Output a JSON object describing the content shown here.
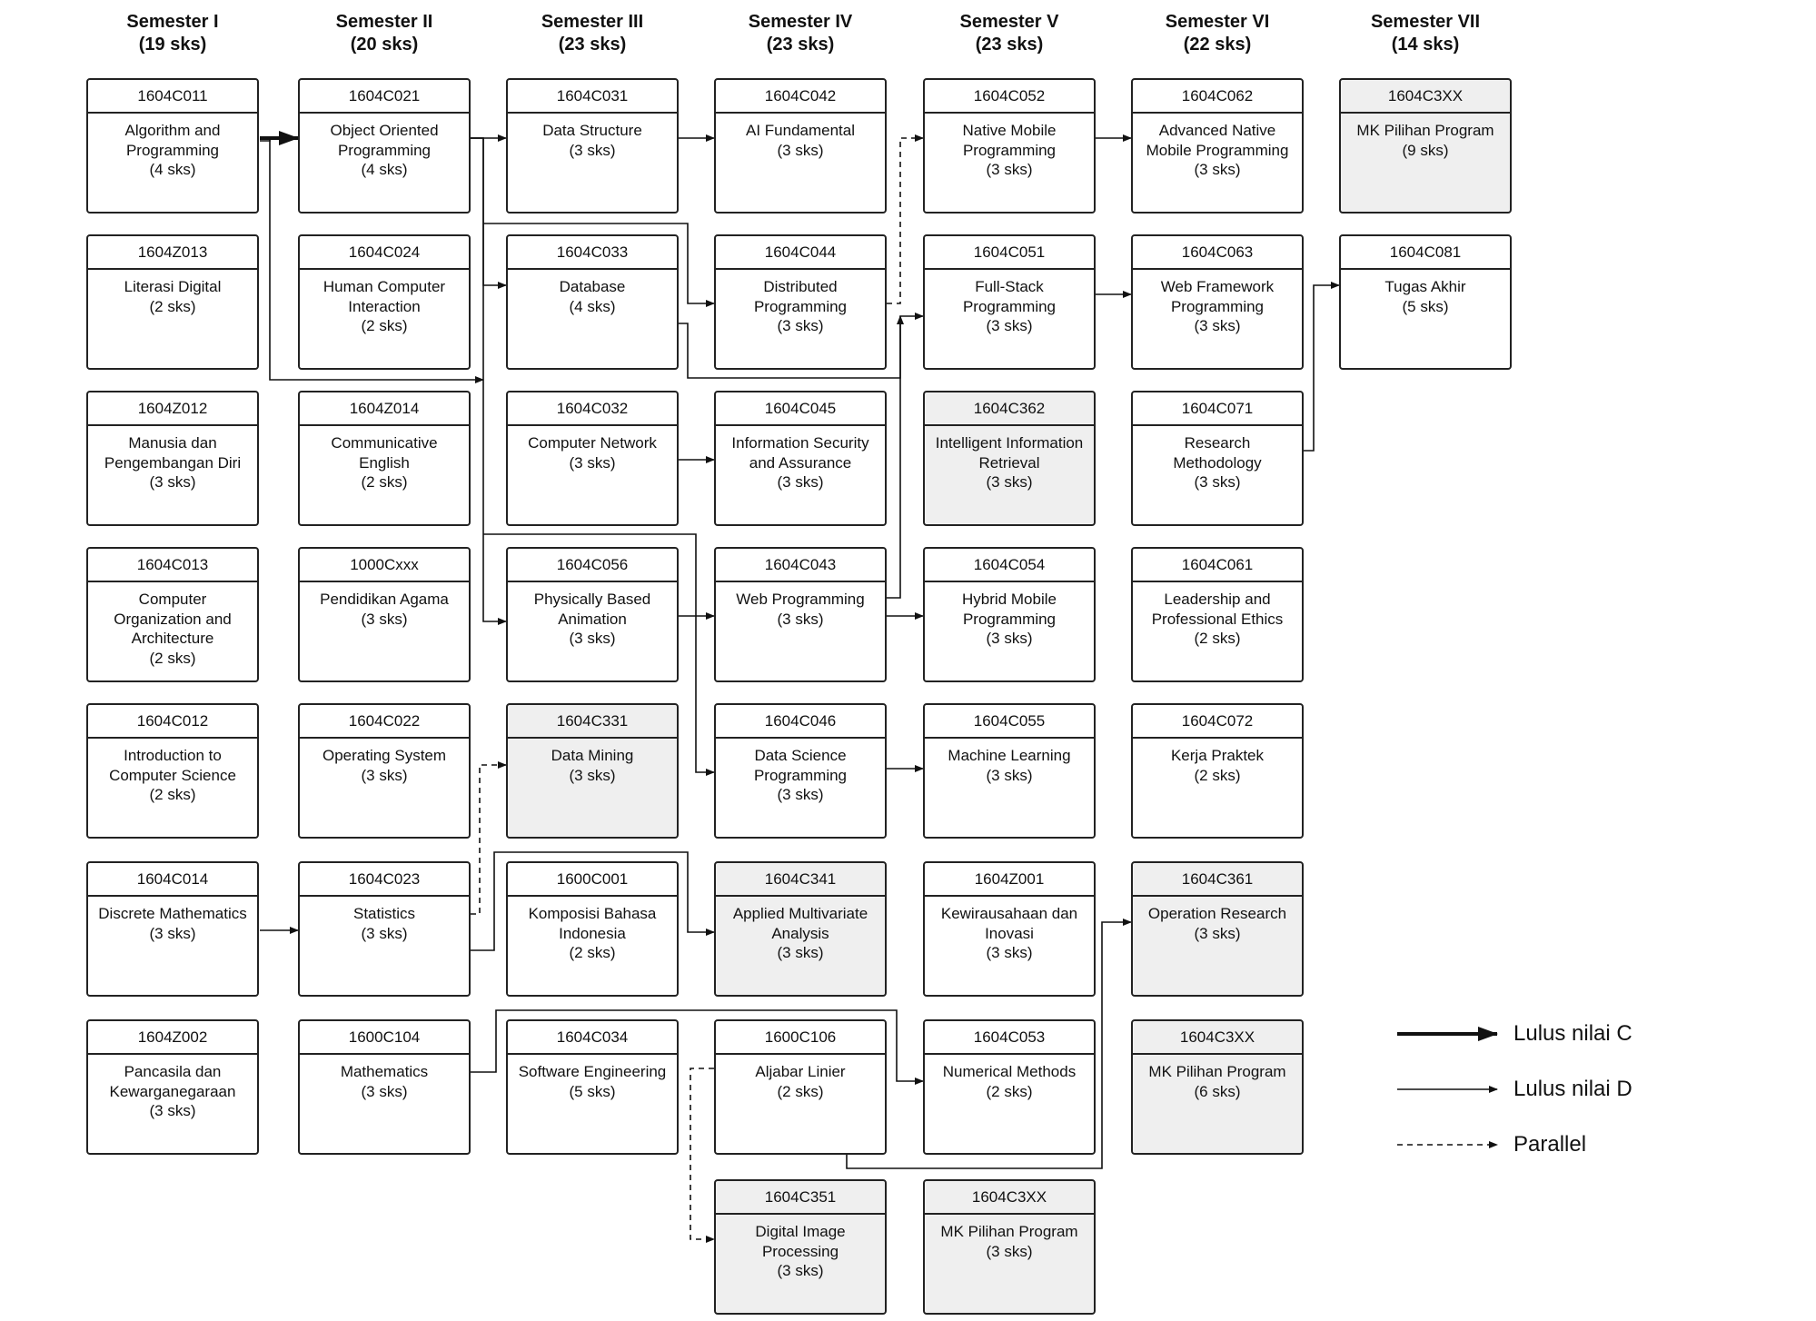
{
  "semesters": [
    {
      "name": "Semester I",
      "sks": "(19 sks)"
    },
    {
      "name": "Semester II",
      "sks": "(20 sks)"
    },
    {
      "name": "Semester III",
      "sks": "(23 sks)"
    },
    {
      "name": "Semester IV",
      "sks": "(23 sks)"
    },
    {
      "name": "Semester V",
      "sks": "(23 sks)"
    },
    {
      "name": "Semester VI",
      "sks": "(22 sks)"
    },
    {
      "name": "Semester VII",
      "sks": "(14 sks)"
    }
  ],
  "courses": [
    {
      "id": "c011",
      "code": "1604C011",
      "title": "Algorithm and Programming",
      "credits": "(4 sks)",
      "elective": false
    },
    {
      "id": "z013",
      "code": "1604Z013",
      "title": "Literasi Digital",
      "credits": "(2 sks)",
      "elective": false
    },
    {
      "id": "z012",
      "code": "1604Z012",
      "title": "Manusia dan Pengembangan Diri",
      "credits": "(3 sks)",
      "elective": false
    },
    {
      "id": "c013",
      "code": "1604C013",
      "title": "Computer Organization and Architecture",
      "credits": "(2 sks)",
      "elective": false
    },
    {
      "id": "c012",
      "code": "1604C012",
      "title": "Introduction to Computer Science",
      "credits": "(2 sks)",
      "elective": false
    },
    {
      "id": "c014",
      "code": "1604C014",
      "title": "Discrete Mathematics",
      "credits": "(3 sks)",
      "elective": false
    },
    {
      "id": "z002",
      "code": "1604Z002",
      "title": "Pancasila dan Kewarganegaraan",
      "credits": "(3 sks)",
      "elective": false
    },
    {
      "id": "c021",
      "code": "1604C021",
      "title": "Object Oriented Programming",
      "credits": "(4 sks)",
      "elective": false
    },
    {
      "id": "c024",
      "code": "1604C024",
      "title": "Human Computer Interaction",
      "credits": "(2 sks)",
      "elective": false
    },
    {
      "id": "z014",
      "code": "1604Z014",
      "title": "Communicative English",
      "credits": "(2 sks)",
      "elective": false
    },
    {
      "id": "cxxx",
      "code": "1000Cxxx",
      "title": "Pendidikan Agama",
      "credits": "(3 sks)",
      "elective": false
    },
    {
      "id": "c022",
      "code": "1604C022",
      "title": "Operating System",
      "credits": "(3 sks)",
      "elective": false
    },
    {
      "id": "c023",
      "code": "1604C023",
      "title": "Statistics",
      "credits": "(3 sks)",
      "elective": false
    },
    {
      "id": "c104",
      "code": "1600C104",
      "title": "Mathematics",
      "credits": "(3 sks)",
      "elective": false
    },
    {
      "id": "c031",
      "code": "1604C031",
      "title": "Data Structure",
      "credits": "(3 sks)",
      "elective": false
    },
    {
      "id": "c033",
      "code": "1604C033",
      "title": "Database",
      "credits": "(4 sks)",
      "elective": false
    },
    {
      "id": "c032",
      "code": "1604C032",
      "title": "Computer Network",
      "credits": "(3 sks)",
      "elective": false
    },
    {
      "id": "c056",
      "code": "1604C056",
      "title": "Physically Based Animation",
      "credits": "(3 sks)",
      "elective": false
    },
    {
      "id": "c331",
      "code": "1604C331",
      "title": "Data Mining",
      "credits": "(3 sks)",
      "elective": true
    },
    {
      "id": "c001",
      "code": "1600C001",
      "title": "Komposisi Bahasa Indonesia",
      "credits": "(2 sks)",
      "elective": false
    },
    {
      "id": "c034",
      "code": "1604C034",
      "title": "Software Engineering",
      "credits": "(5 sks)",
      "elective": false
    },
    {
      "id": "c042",
      "code": "1604C042",
      "title": "AI Fundamental",
      "credits": "(3 sks)",
      "elective": false
    },
    {
      "id": "c044",
      "code": "1604C044",
      "title": "Distributed Programming",
      "credits": "(3 sks)",
      "elective": false
    },
    {
      "id": "c045",
      "code": "1604C045",
      "title": "Information Security and Assurance",
      "credits": "(3 sks)",
      "elective": false
    },
    {
      "id": "c043",
      "code": "1604C043",
      "title": "Web Programming",
      "credits": "(3 sks)",
      "elective": false
    },
    {
      "id": "c046",
      "code": "1604C046",
      "title": "Data Science Programming",
      "credits": "(3 sks)",
      "elective": false
    },
    {
      "id": "c341",
      "code": "1604C341",
      "title": "Applied Multivariate Analysis",
      "credits": "(3 sks)",
      "elective": true
    },
    {
      "id": "c106",
      "code": "1600C106",
      "title": "Aljabar Linier",
      "credits": "(2 sks)",
      "elective": false
    },
    {
      "id": "c351",
      "code": "1604C351",
      "title": "Digital Image Processing",
      "credits": "(3 sks)",
      "elective": true
    },
    {
      "id": "c052",
      "code": "1604C052",
      "title": "Native Mobile Programming",
      "credits": "(3 sks)",
      "elective": false
    },
    {
      "id": "c051",
      "code": "1604C051",
      "title": "Full-Stack Programming",
      "credits": "(3 sks)",
      "elective": false
    },
    {
      "id": "c362",
      "code": "1604C362",
      "title": "Intelligent Information Retrieval",
      "credits": "(3 sks)",
      "elective": true
    },
    {
      "id": "c054",
      "code": "1604C054",
      "title": "Hybrid Mobile Programming",
      "credits": "(3 sks)",
      "elective": false
    },
    {
      "id": "c055",
      "code": "1604C055",
      "title": "Machine Learning",
      "credits": "(3 sks)",
      "elective": false
    },
    {
      "id": "z001",
      "code": "1604Z001",
      "title": "Kewirausahaan dan Inovasi",
      "credits": "(3 sks)",
      "elective": false
    },
    {
      "id": "c053",
      "code": "1604C053",
      "title": "Numerical Methods",
      "credits": "(2 sks)",
      "elective": false
    },
    {
      "id": "c3xx5",
      "code": "1604C3XX",
      "title": "MK Pilihan Program",
      "credits": "(3 sks)",
      "elective": true
    },
    {
      "id": "c062",
      "code": "1604C062",
      "title": "Advanced Native Mobile Programming",
      "credits": "(3 sks)",
      "elective": false
    },
    {
      "id": "c063",
      "code": "1604C063",
      "title": "Web Framework Programming",
      "credits": "(3 sks)",
      "elective": false
    },
    {
      "id": "c071",
      "code": "1604C071",
      "title": "Research Methodology",
      "credits": "(3 sks)",
      "elective": false
    },
    {
      "id": "c061",
      "code": "1604C061",
      "title": "Leadership and Professional Ethics",
      "credits": "(2 sks)",
      "elective": false
    },
    {
      "id": "c072",
      "code": "1604C072",
      "title": "Kerja Praktek",
      "credits": "(2 sks)",
      "elective": false
    },
    {
      "id": "c361",
      "code": "1604C361",
      "title": "Operation Research",
      "credits": "(3 sks)",
      "elective": true
    },
    {
      "id": "c3xx6",
      "code": "1604C3XX",
      "title": "MK Pilihan Program",
      "credits": "(6 sks)",
      "elective": true
    },
    {
      "id": "c3xx7",
      "code": "1604C3XX",
      "title": "MK Pilihan Program",
      "credits": "(9 sks)",
      "elective": true
    },
    {
      "id": "c081",
      "code": "1604C081",
      "title": "Tugas Akhir",
      "credits": "(5 sks)",
      "elective": false
    }
  ],
  "legend": [
    {
      "style": "bold",
      "label": "Lulus nilai C"
    },
    {
      "style": "thin",
      "label": "Lulus nilai D"
    },
    {
      "style": "dashed",
      "label": "Parallel"
    }
  ]
}
